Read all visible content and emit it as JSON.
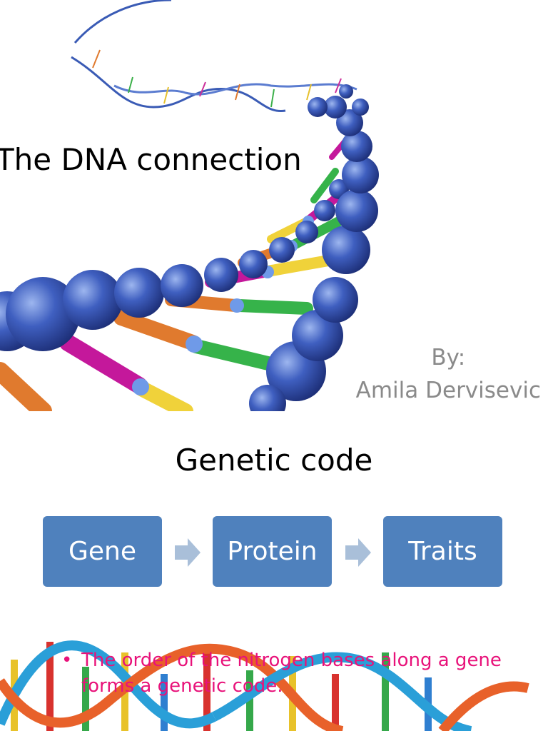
{
  "slide1": {
    "title": "The DNA connection",
    "byline": "By:",
    "author": "Amila Dervisevic",
    "image_icon": "dna-double-helix-icon"
  },
  "slide2": {
    "title": "Genetic code",
    "flow": [
      {
        "label": "Gene"
      },
      {
        "label": "Protein"
      },
      {
        "label": "Traits"
      }
    ],
    "bullet": "The order of the nitrogen bases along a gene forms a genetic code.",
    "colors": {
      "box": "#4f81bd",
      "arrow": "#a9bfd9",
      "bullet_text": "#e8127a",
      "byline": "#8a8a8a"
    },
    "image_icon": "dna-strands-icon"
  }
}
